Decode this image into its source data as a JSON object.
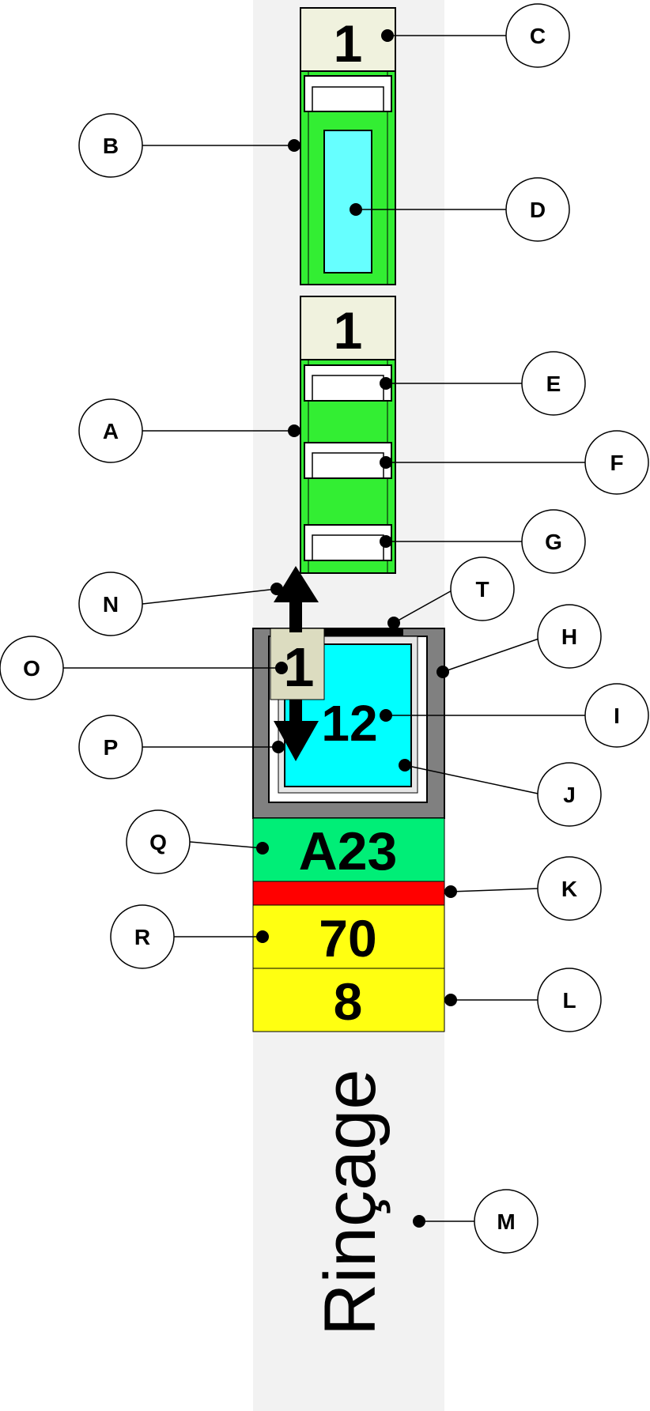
{
  "colors": {
    "lane": "#f2f2f2",
    "header": "#f0f2de",
    "green": "#33ee33",
    "cyan_light": "#66ffff",
    "cyan": "#00ffff",
    "gray_frame": "#808080",
    "small_label_bg": "#dcdcc0",
    "code_green": "#00ee77",
    "red_band": "#ff0000",
    "yellow": "#ffff11",
    "callout_stroke": "#000000"
  },
  "carrier_b": {
    "header_number": "1"
  },
  "carrier_a": {
    "header_number": "1"
  },
  "station": {
    "small_label": "1",
    "cell_number": "12",
    "code": "A23",
    "value_top": "70",
    "value_bottom": "8",
    "name": "Rinçage"
  },
  "callouts": {
    "A": "A",
    "B": "B",
    "C": "C",
    "D": "D",
    "E": "E",
    "F": "F",
    "G": "G",
    "H": "H",
    "I": "I",
    "J": "J",
    "K": "K",
    "L": "L",
    "M": "M",
    "N": "N",
    "O": "O",
    "P": "P",
    "Q": "Q",
    "R": "R",
    "T": "T"
  }
}
